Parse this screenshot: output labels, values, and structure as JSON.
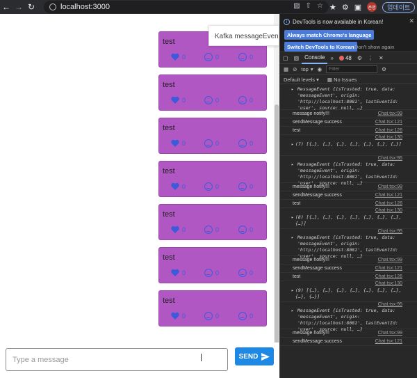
{
  "browser": {
    "url": "localhost:3000",
    "update_label": "업데이트",
    "avatar_label": "준명"
  },
  "chat": {
    "messages": [
      {
        "text": "test",
        "likes": "0",
        "happy": "0",
        "laugh": "0"
      },
      {
        "text": "test",
        "likes": "0",
        "happy": "0",
        "laugh": "0"
      },
      {
        "text": "test",
        "likes": "0",
        "happy": "0",
        "laugh": "0"
      },
      {
        "text": "test",
        "likes": "0",
        "happy": "0",
        "laugh": "0"
      },
      {
        "text": "test",
        "likes": "0",
        "happy": "0",
        "laugh": "0"
      },
      {
        "text": "test",
        "likes": "0",
        "happy": "0",
        "laugh": "0"
      },
      {
        "text": "test",
        "likes": "0",
        "happy": "0",
        "laugh": "0"
      }
    ],
    "toast": "Kafka messageEvent cre",
    "input_placeholder": "Type a message",
    "send_label": "SEND"
  },
  "devtools": {
    "banner_title": "DevTools is now available in Korean!",
    "btn_match": "Always match Chrome's language",
    "btn_switch": "Switch DevTools to Korean",
    "btn_dont": "Don't show again",
    "tab_console": "Console",
    "error_count": "48",
    "context": "top",
    "filter_placeholder": "Filter",
    "levels": "Default levels",
    "issues": "No Issues",
    "logs": [
      {
        "kind": "obj",
        "text": "MessageEvent {isTrusted: true, data: 'messageEvent', origin: 'http://localhost:8081', lastEventId: 'user', source: null, …}"
      },
      {
        "kind": "log",
        "text": "message notify!!!",
        "src": "Chat.tsx:99"
      },
      {
        "kind": "log",
        "text": "sendMessage success",
        "src": "Chat.tsx:121"
      },
      {
        "kind": "log",
        "text": "test",
        "src": "Chat.tsx:126"
      },
      {
        "kind": "arr",
        "src": "Chat.tsx:130",
        "text": "(7) [{…}, {…}, {…}, {…}, {…}, {…}, {…}]"
      },
      {
        "kind": "obj",
        "src": "Chat.tsx:95",
        "text": "MessageEvent {isTrusted: true, data: 'messageEvent', origin: 'http://localhost:8081', lastEventId: 'user', source: null, …}"
      },
      {
        "kind": "log",
        "text": "message notify!!!",
        "src": "Chat.tsx:99"
      },
      {
        "kind": "log",
        "text": "sendMessage success",
        "src": "Chat.tsx:121"
      },
      {
        "kind": "log",
        "text": "test",
        "src": "Chat.tsx:126"
      },
      {
        "kind": "arr",
        "src": "Chat.tsx:130",
        "text": "(8) [{…}, {…}, {…}, {…}, {…}, {…}, {…}, {…}]"
      },
      {
        "kind": "obj",
        "src": "Chat.tsx:95",
        "text": "MessageEvent {isTrusted: true, data: 'messageEvent', origin: 'http://localhost:8081', lastEventId: 'user', source: null, …}"
      },
      {
        "kind": "log",
        "text": "message notify!!!",
        "src": "Chat.tsx:99"
      },
      {
        "kind": "log",
        "text": "sendMessage success",
        "src": "Chat.tsx:121"
      },
      {
        "kind": "log",
        "text": "test",
        "src": "Chat.tsx:126"
      },
      {
        "kind": "arr",
        "src": "Chat.tsx:130",
        "text": "(9) [{…}, {…}, {…}, {…}, {…}, {…}, {…}, {…}, {…}]"
      },
      {
        "kind": "obj",
        "src": "Chat.tsx:95",
        "text": "MessageEvent {isTrusted: true, data: 'messageEvent', origin: 'http://localhost:8081', lastEventId: 'user', source: null, …}"
      },
      {
        "kind": "log",
        "text": "message notify!!!",
        "src": "Chat.tsx:99"
      },
      {
        "kind": "log",
        "text": "sendMessage success",
        "src": "Chat.tsx:121"
      }
    ]
  }
}
